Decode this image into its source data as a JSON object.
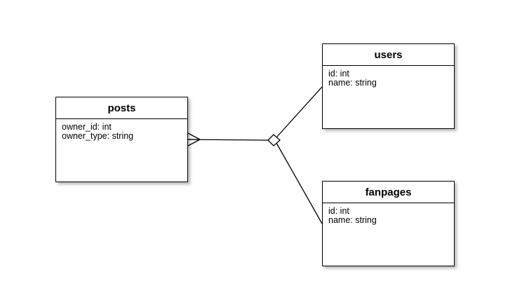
{
  "diagram": {
    "entities": [
      {
        "id": "posts",
        "title": "posts",
        "fields": [
          "owner_id: int",
          "owner_type: string"
        ]
      },
      {
        "id": "users",
        "title": "users",
        "fields": [
          "id: int",
          "name: string"
        ]
      },
      {
        "id": "fanpages",
        "title": "fanpages",
        "fields": [
          "id: int",
          "name: string"
        ]
      }
    ],
    "relationships": [
      {
        "from": "posts",
        "to": "users",
        "from_end": "many",
        "junction": "diamond"
      },
      {
        "from": "posts",
        "to": "fanpages",
        "from_end": "many",
        "junction": "diamond"
      }
    ]
  },
  "colors": {
    "line": "#000000",
    "box_fill": "#ffffff",
    "text": "#000000"
  }
}
